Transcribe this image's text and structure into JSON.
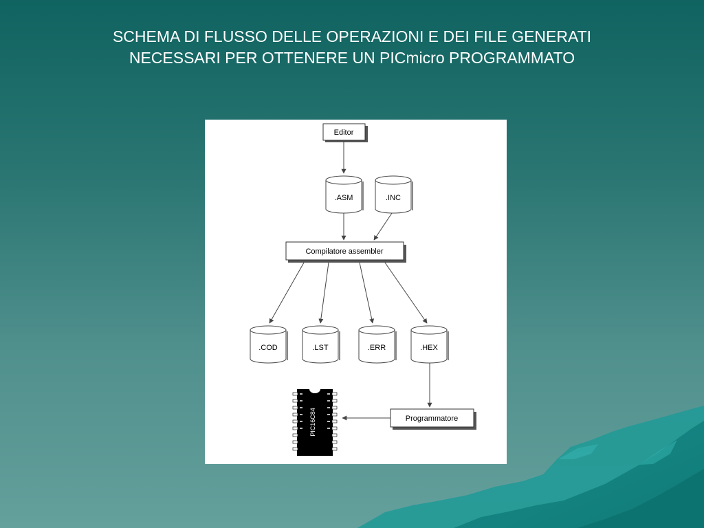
{
  "slide": {
    "title_line1": "SCHEMA DI FLUSSO DELLE OPERAZIONI E DEI FILE GENERATI",
    "title_line2": "NECESSARI PER OTTENERE UN PICmicro PROGRAMMATO",
    "text_color": "#ffffff"
  },
  "diagram": {
    "editor_label": "Editor",
    "compiler_label": "Compilatore assembler",
    "programmer_label": "Programmatore",
    "files": {
      "asm": ".ASM",
      "inc": ".INC",
      "cod": ".COD",
      "lst": ".LST",
      "err": ".ERR",
      "hex": ".HEX"
    },
    "chip_label": "PIC16C84",
    "chip_icon": "microcontroller-chip-icon"
  },
  "colors": {
    "bg_top": "#0f6360",
    "bg_bottom": "#64a09c",
    "mountain": "#1f9a97"
  }
}
